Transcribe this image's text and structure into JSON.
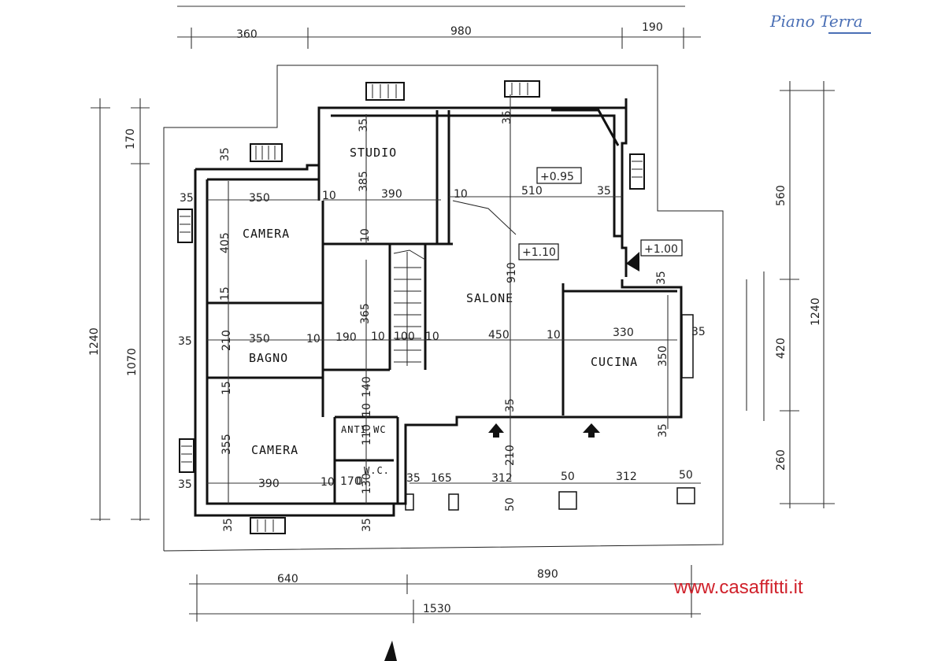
{
  "title": "Piano Terra",
  "watermark": "www.casaffitti.it",
  "rooms": {
    "studio": "STUDIO",
    "camera_top": "CAMERA",
    "bagno": "BAGNO",
    "camera_bottom": "CAMERA",
    "salone": "SALONE",
    "cucina": "CUCINA",
    "anti_wc": "ANTI WC",
    "wc": "W.C."
  },
  "levels": {
    "studio_level": "+0.95",
    "salone_level": "+1.10",
    "entry_level": "+1.00"
  },
  "dims_top": [
    "360",
    "980",
    "190"
  ],
  "dims_bottom": [
    "640",
    "890",
    "1530"
  ],
  "dims_left": [
    "1240",
    "170",
    "1070"
  ],
  "dims_right": [
    "560",
    "1240",
    "420",
    "260"
  ],
  "dims_inner": [
    "35",
    "35",
    "350",
    "10",
    "385",
    "390",
    "35",
    "10",
    "510",
    "35",
    "10",
    "405",
    "15",
    "365",
    "910",
    "1.10",
    "35",
    "210",
    "350",
    "10",
    "190",
    "10",
    "100",
    "10",
    "450",
    "10",
    "330",
    "350",
    "35",
    "15",
    "140",
    "10",
    "110",
    "355",
    "35",
    "390",
    "10",
    "170",
    "0",
    "35",
    "165",
    "312",
    "50",
    "312",
    "50",
    "130",
    "35",
    "35",
    "210",
    "35",
    "50",
    "35"
  ]
}
